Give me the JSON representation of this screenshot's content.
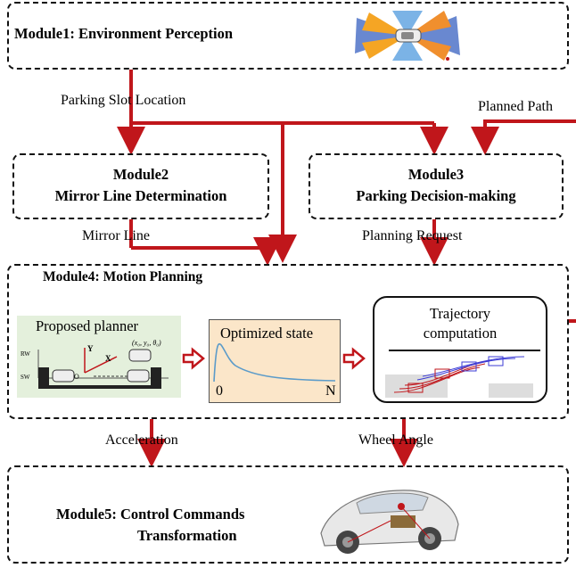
{
  "colors": {
    "arrow": "#c0161b",
    "green_panel": "#e4f0dc",
    "state_panel": "#fbe6c9",
    "curve": "#5b9bc9"
  },
  "module1": {
    "title": "Module1:  Environment Perception"
  },
  "module2": {
    "line1": "Module2",
    "line2": "Mirror Line Determination"
  },
  "module3": {
    "line1": "Module3",
    "line2": "Parking Decision-making"
  },
  "module4": {
    "title": "Module4: Motion Planning"
  },
  "module5": {
    "line1": "Module5: Control Commands",
    "line2": "Transformation"
  },
  "edges": {
    "parking_slot": "Parking Slot Location",
    "planned_path": "Planned Path",
    "mirror_line": "Mirror Line",
    "planning_request": "Planning Request",
    "acceleration": "Acceleration",
    "wheel_angle": "Wheel Angle"
  },
  "planner": {
    "title": "Proposed planner",
    "rw": "RW",
    "sw": "SW",
    "y": "Y",
    "x": "X",
    "o": "O",
    "state": "(x₀, y₀, θ₀)"
  },
  "optimized": {
    "title": "Optimized state",
    "start": "0",
    "end": "N"
  },
  "trajectory": {
    "line1": "Trajectory",
    "line2": "computation"
  }
}
